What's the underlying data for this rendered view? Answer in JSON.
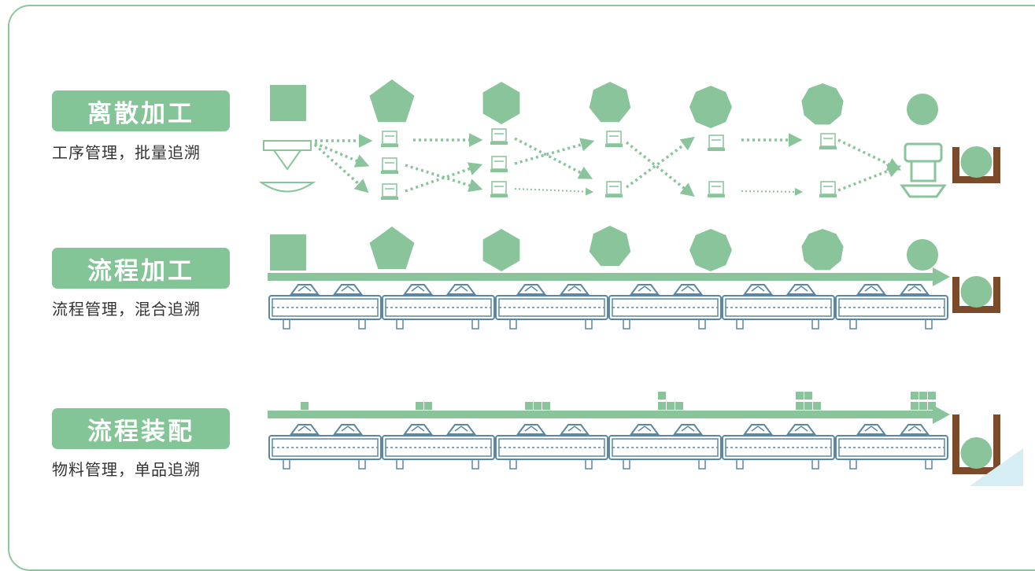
{
  "colors": {
    "frame": "#8cc79d",
    "accent": "#84c597",
    "shape": "#89c49b",
    "conveyor": "#5a87a8",
    "bin": "#7a4a2a"
  },
  "rows": [
    {
      "title": "离散加工",
      "subtitle": "工序管理，批量追溯"
    },
    {
      "title": "流程加工",
      "subtitle": "流程管理，混合追溯"
    },
    {
      "title": "流程装配",
      "subtitle": "物料管理，单品追溯"
    }
  ],
  "icons": {
    "row1_stations": [
      "crane-icon",
      "robot-cart-icon",
      "cnc-machine-icon",
      "robot-arm-icon",
      "assembly-robot-icon",
      "cnc-machine-icon",
      "big-robot-icon"
    ],
    "row1_shapes": [
      "square",
      "pentagon",
      "hexagon",
      "heptagon",
      "octagon",
      "nonagon",
      "circle"
    ],
    "bin": "bin-icon"
  }
}
